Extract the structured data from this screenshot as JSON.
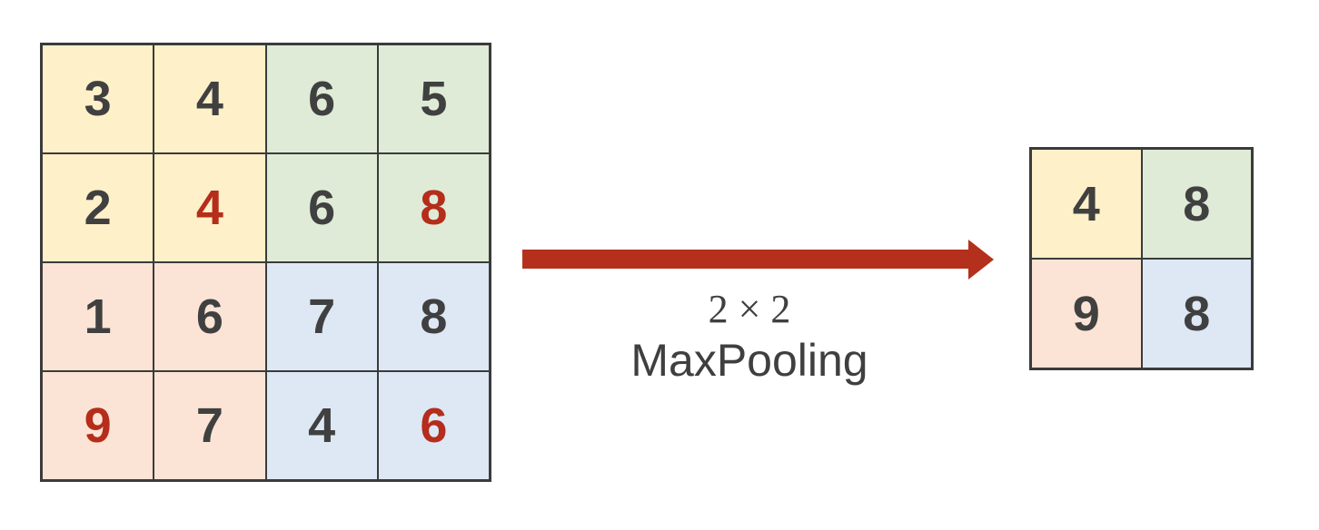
{
  "diagram_type": "maxpooling-illustration",
  "input_grid": {
    "rows": 4,
    "cols": 4,
    "cells": [
      {
        "value": "3",
        "region": "yellow",
        "highlight": false
      },
      {
        "value": "4",
        "region": "yellow",
        "highlight": false
      },
      {
        "value": "6",
        "region": "green",
        "highlight": false
      },
      {
        "value": "5",
        "region": "green",
        "highlight": false
      },
      {
        "value": "2",
        "region": "yellow",
        "highlight": false
      },
      {
        "value": "4",
        "region": "yellow",
        "highlight": true
      },
      {
        "value": "6",
        "region": "green",
        "highlight": false
      },
      {
        "value": "8",
        "region": "green",
        "highlight": true
      },
      {
        "value": "1",
        "region": "peach",
        "highlight": false
      },
      {
        "value": "6",
        "region": "peach",
        "highlight": false
      },
      {
        "value": "7",
        "region": "blue",
        "highlight": false
      },
      {
        "value": "8",
        "region": "blue",
        "highlight": false
      },
      {
        "value": "9",
        "region": "peach",
        "highlight": true
      },
      {
        "value": "7",
        "region": "peach",
        "highlight": false
      },
      {
        "value": "4",
        "region": "blue",
        "highlight": false
      },
      {
        "value": "6",
        "region": "blue",
        "highlight": true
      }
    ]
  },
  "pooling": {
    "size_label": "2 × 2",
    "op_label": "MaxPooling"
  },
  "output_grid": {
    "rows": 2,
    "cols": 2,
    "cells": [
      {
        "value": "4",
        "region": "yellow"
      },
      {
        "value": "8",
        "region": "green"
      },
      {
        "value": "9",
        "region": "peach"
      },
      {
        "value": "8",
        "region": "blue"
      }
    ]
  },
  "colors": {
    "cell_yellow": "#fef0c9",
    "cell_green": "#dfebd7",
    "cell_peach": "#fbe4d5",
    "cell_blue": "#dde8f4",
    "grid_border": "#3b3b3b",
    "digit": "#404040",
    "digit_highlight": "#b52d1b",
    "arrow": "#b4301c",
    "caption_text": "#3f3f3f"
  }
}
